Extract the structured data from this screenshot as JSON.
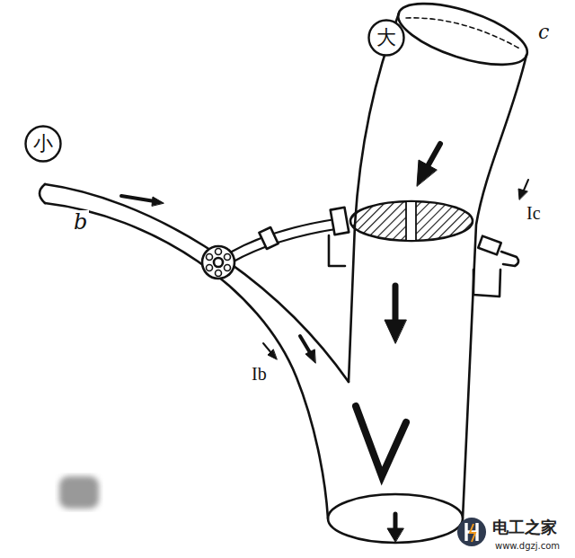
{
  "diagram": {
    "nodes": [
      {
        "text": [
          "小"
        ]
      },
      {
        "text": [
          "大"
        ]
      }
    ],
    "labels": [
      "b",
      "c",
      "Ic",
      "Ib",
      "电工之家",
      "www.dgzj.com"
    ]
  }
}
